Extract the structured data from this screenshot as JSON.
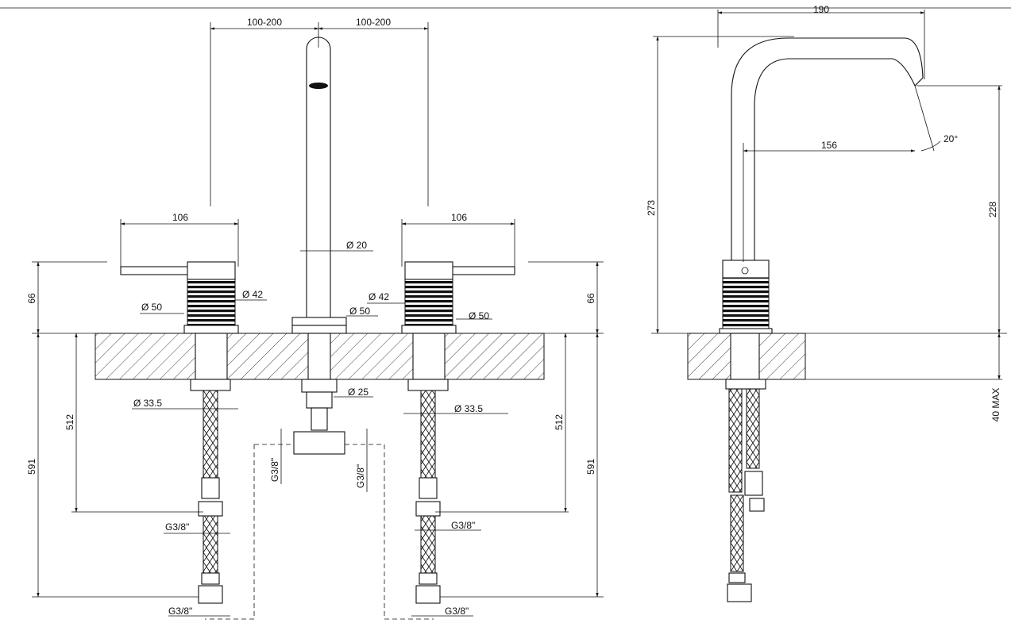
{
  "front_view": {
    "spacing_left": "100-200",
    "spacing_right": "100-200",
    "handle_width_left": "106",
    "handle_width_right": "106",
    "spout_diameter": "Ø 20",
    "body_diameter_left": "Ø 42",
    "body_diameter_right": "Ø 42",
    "base_diameter_left": "Ø 50",
    "base_diameter_center": "Ø 50",
    "base_diameter_right": "Ø 50",
    "height_left": "66",
    "height_right": "66",
    "shank_diameter_left": "Ø 33.5",
    "shank_diameter_right": "Ø 33.5",
    "connector_diameter": "Ø 25",
    "depth_512_left": "512",
    "depth_512_right": "512",
    "depth_591_left": "591",
    "depth_591_right": "591",
    "thread_tee_left": "G3/8\"",
    "thread_tee_right": "G3/8\"",
    "thread_hose_mid_left": "G3/8\"",
    "thread_hose_mid_right": "G3/8\"",
    "thread_hose_end_left": "G3/8\"",
    "thread_hose_end_right": "G3/8\""
  },
  "side_view": {
    "reach_overall": "190",
    "reach_outlet": "156",
    "outlet_angle": "20°",
    "total_height": "273",
    "outlet_height": "228",
    "deck_thickness": "40 MAX"
  }
}
